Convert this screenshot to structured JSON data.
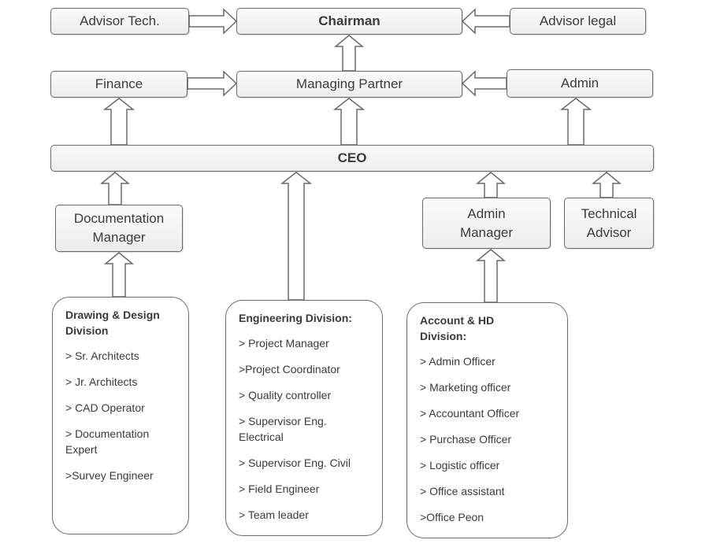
{
  "top_row": {
    "advisor_tech": "Advisor Tech.",
    "chairman": "Chairman",
    "advisor_legal": "Advisor legal"
  },
  "mid_row": {
    "finance": "Finance",
    "managing_partner": "Managing Partner",
    "admin": "Admin"
  },
  "ceo": "CEO",
  "managers": {
    "documentation_manager": "Documentation\nManager",
    "admin_manager": "Admin\nManager",
    "technical_advisor": "Technical\nAdvisor"
  },
  "divisions": [
    {
      "title": "Drawing & Design\nDivision",
      "items": [
        "> Sr. Architects",
        "> Jr. Architects",
        "> CAD Operator",
        "> Documentation\nExpert",
        ">Survey Engineer"
      ]
    },
    {
      "title": "Engineering Division:",
      "items": [
        "> Project Manager",
        ">Project Coordinator",
        "> Quality controller",
        "> Supervisor Eng.\nElectrical",
        "> Supervisor Eng. Civil",
        "> Field Engineer",
        "> Team leader"
      ]
    },
    {
      "title": "Account & HD\nDivision:",
      "items": [
        "> Admin Officer",
        "> Marketing officer",
        "> Accountant Officer",
        "> Purchase Officer",
        "> Logistic officer",
        "> Office assistant",
        ">Office Peon"
      ]
    }
  ],
  "colors": {
    "border": "#6b6b6b",
    "box_fill": "#f3f3f3",
    "text": "#3c3c3c",
    "arrow_fill": "#ffffff"
  }
}
